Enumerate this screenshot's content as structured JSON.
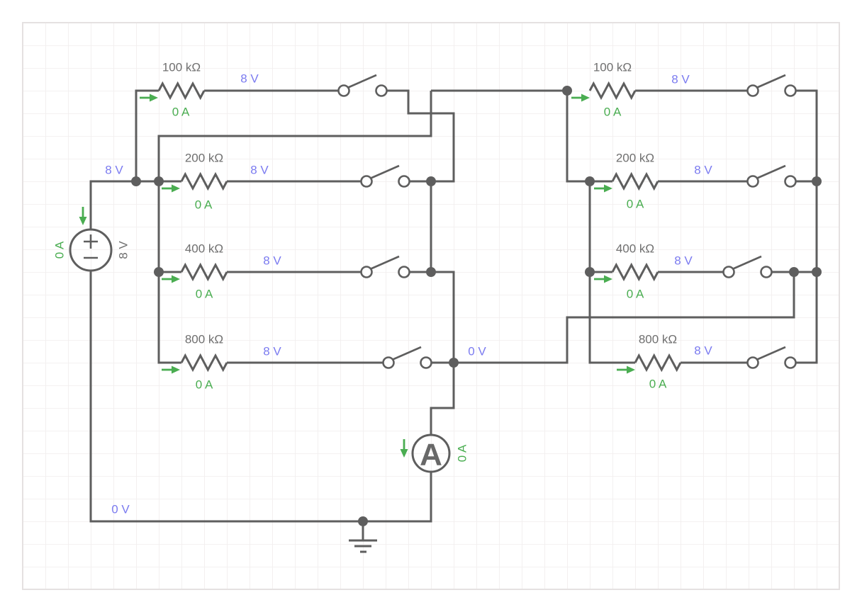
{
  "colors": {
    "background": "#ffffff",
    "grid_line": "#f2efef",
    "grid_border": "#e5e1e1",
    "wire": "#5e5e5e",
    "voltage_label": "#7b7bf0",
    "current_label": "#4aad51",
    "component_label": "#6f6f6f"
  },
  "source": {
    "emf": "8 V",
    "node_voltage": "8 V",
    "current": "0 A"
  },
  "nets": {
    "output_voltage": "0 V",
    "ground_voltage": "0 V"
  },
  "ammeter": {
    "symbol": "A",
    "current": "0 A"
  },
  "left_bank": {
    "rows": [
      {
        "resistance": "100 kΩ",
        "voltage": "8 V",
        "current": "0 A",
        "switch_state": "open"
      },
      {
        "resistance": "200 kΩ",
        "voltage": "8 V",
        "current": "0 A",
        "switch_state": "open"
      },
      {
        "resistance": "400 kΩ",
        "voltage": "8 V",
        "current": "0 A",
        "switch_state": "open"
      },
      {
        "resistance": "800 kΩ",
        "voltage": "8 V",
        "current": "0 A",
        "switch_state": "open"
      }
    ]
  },
  "right_bank": {
    "rows": [
      {
        "resistance": "100 kΩ",
        "voltage": "8 V",
        "current": "0 A",
        "switch_state": "open"
      },
      {
        "resistance": "200 kΩ",
        "voltage": "8 V",
        "current": "0 A",
        "switch_state": "open"
      },
      {
        "resistance": "400 kΩ",
        "voltage": "8 V",
        "current": "0 A",
        "switch_state": "open"
      },
      {
        "resistance": "800 kΩ",
        "voltage": "8 V",
        "current": "0 A",
        "switch_state": "open"
      }
    ]
  }
}
